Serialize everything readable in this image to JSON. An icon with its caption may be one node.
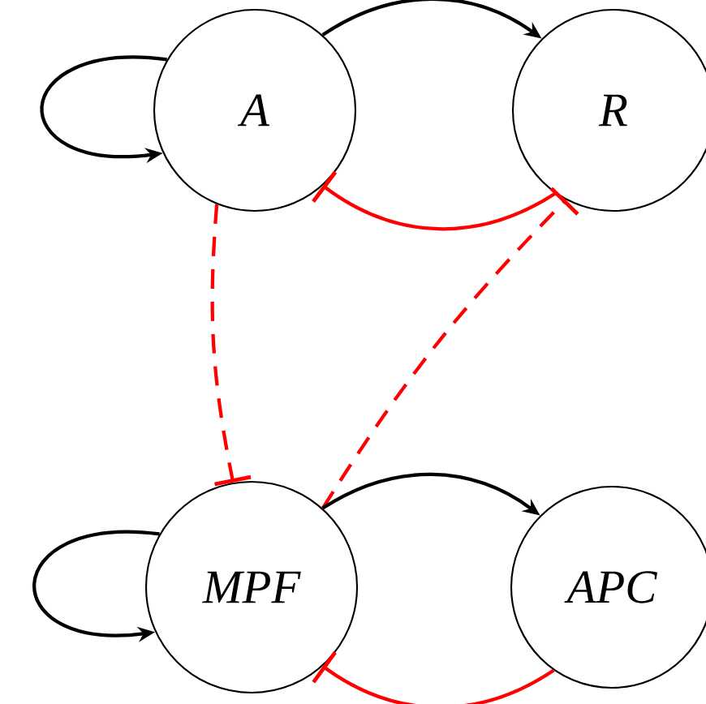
{
  "diagram": {
    "nodes": [
      {
        "text": [
          "A"
        ]
      },
      {
        "text": [
          "R"
        ]
      },
      {
        "text": [
          "MPF"
        ]
      },
      {
        "text": [
          "APC"
        ]
      }
    ],
    "edges": [
      {
        "from": 0,
        "to": 0,
        "arrow": "to"
      },
      {
        "from": 0,
        "to": 1,
        "arrow": "to"
      },
      {
        "from": 1,
        "to": 0,
        "arrow": "other",
        "color": "#ff0000"
      },
      {
        "from": 0,
        "to": 2,
        "arrow": "other",
        "style": "dashed",
        "color": "#ff0000"
      },
      {
        "from": 2,
        "to": 1,
        "arrow": "other",
        "style": "dashed",
        "color": "#ff0000"
      },
      {
        "from": 2,
        "to": 2,
        "arrow": "to"
      },
      {
        "from": 2,
        "to": 3,
        "arrow": "to"
      },
      {
        "from": 3,
        "to": 2,
        "arrow": "other",
        "color": "#ff0000"
      }
    ]
  }
}
